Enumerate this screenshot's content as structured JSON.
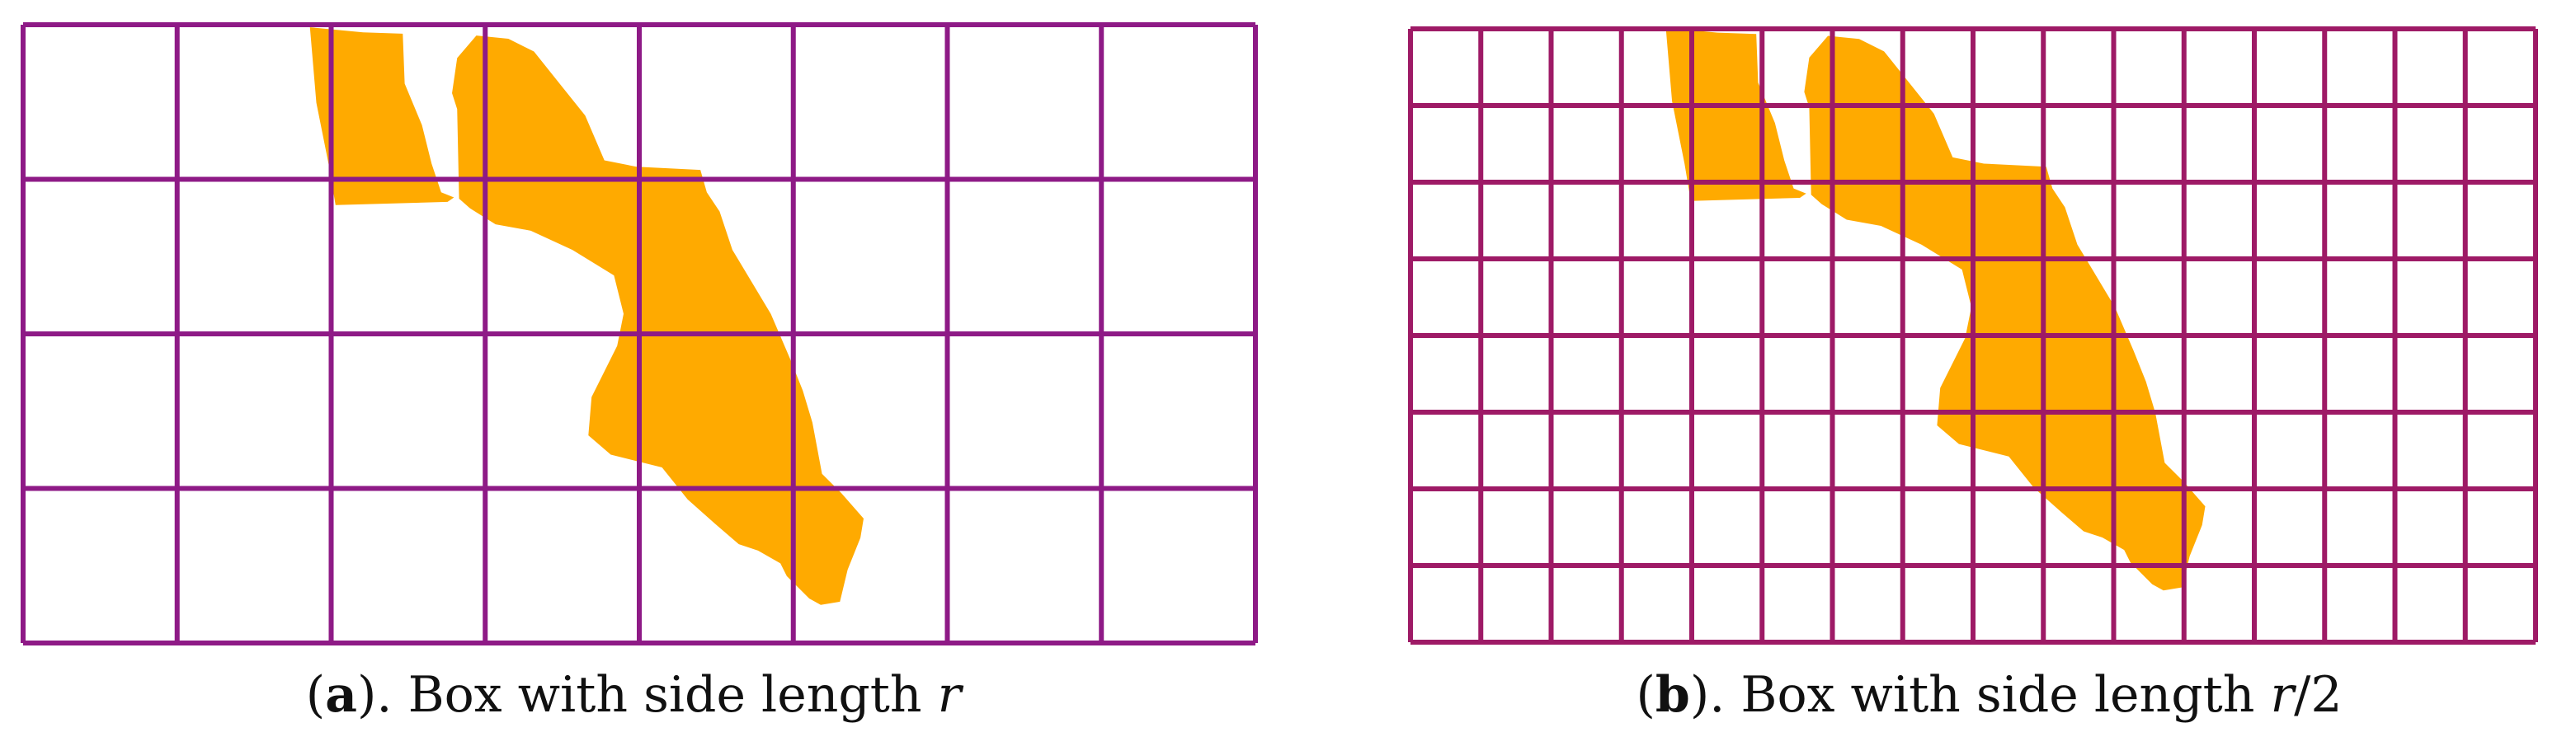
{
  "colors": {
    "blob": "#FFAA00",
    "grid_a": "#8E1A86",
    "grid_b": "#9E1A66",
    "text": "#111111"
  },
  "panels": [
    {
      "id": "a",
      "grid_cols": 8,
      "grid_rows": 4,
      "caption": {
        "open": "(",
        "letter": "a",
        "close": "). Box with side length ",
        "variable": "r",
        "suffix": ""
      }
    },
    {
      "id": "b",
      "grid_cols": 16,
      "grid_rows": 8,
      "caption": {
        "open": "(",
        "letter": "b",
        "close": "). Box with side length ",
        "variable": "r",
        "suffix": "/2"
      }
    }
  ]
}
